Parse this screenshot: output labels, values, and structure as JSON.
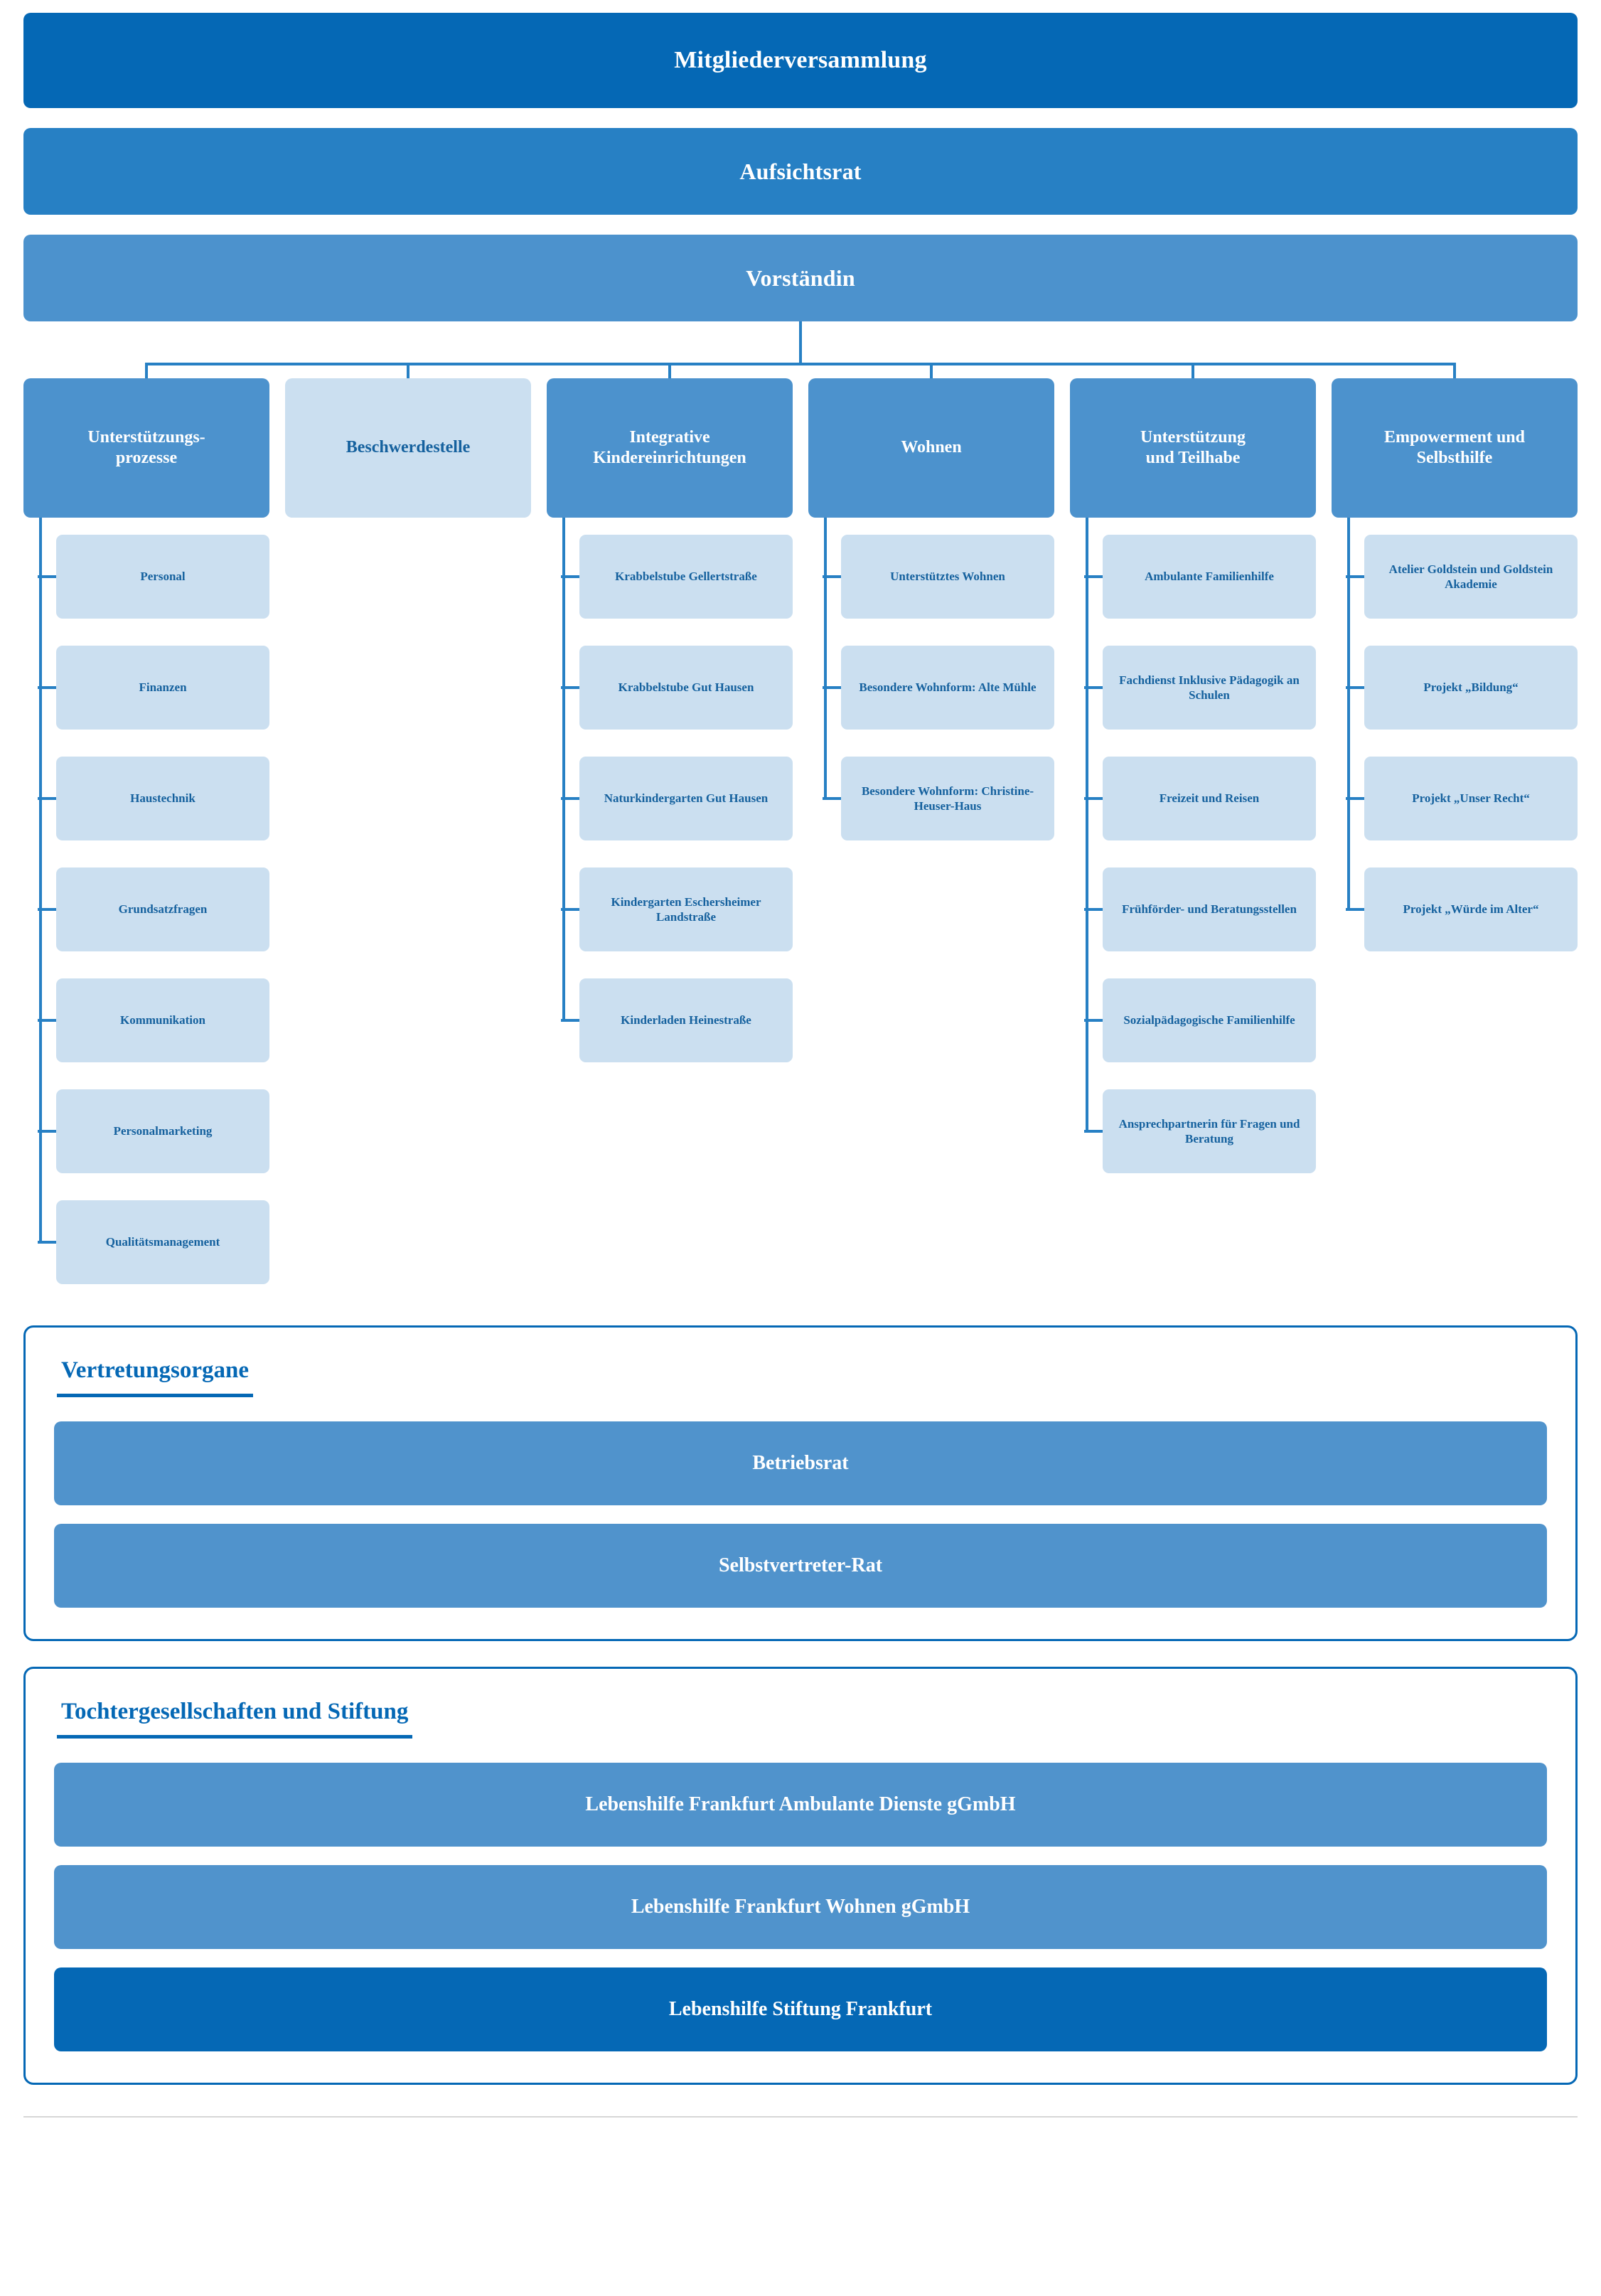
{
  "chart_data": {
    "type": "diagram",
    "title": "Organigramm Lebenshilfe Frankfurt",
    "orientation": "top-down org chart"
  },
  "hierarchy": {
    "level_0": {
      "label": "Mitgliederversammlung",
      "shade": "dark"
    },
    "level_1": {
      "label": "Aufsichtsrat",
      "shade": "mid"
    },
    "level_2": {
      "label": "Vorständin",
      "shade": "light"
    }
  },
  "departments": [
    {
      "label": "Unterstützungs-\nprozesse",
      "muted": false,
      "children": [
        "Personal",
        "Finanzen",
        "Haustechnik",
        "Grundsatzfragen",
        "Kommunikation",
        "Personalmarketing",
        "Qualitätsmanagement"
      ]
    },
    {
      "label": "Beschwerdestelle",
      "muted": true,
      "children": []
    },
    {
      "label": "Integrative\nKindereinrichtungen",
      "muted": false,
      "children": [
        "Krabbelstube Gellertstraße",
        "Krabbelstube Gut Hausen",
        "Naturkindergarten Gut Hausen",
        "Kindergarten Eschersheimer Landstraße",
        "Kinderladen Heinestraße"
      ]
    },
    {
      "label": "Wohnen",
      "muted": false,
      "children": [
        "Unterstütztes Wohnen",
        "Besondere Wohnform: Alte Mühle",
        "Besondere Wohnform: Christine-Heuser-Haus"
      ]
    },
    {
      "label": "Unterstützung\nund Teilhabe",
      "muted": false,
      "children": [
        "Ambulante Familienhilfe",
        "Fachdienst Inklusive Pädagogik an Schulen",
        "Freizeit und Reisen",
        "Frühförder- und Beratungsstellen",
        "Sozialpädagogische Familienhilfe",
        "Ansprechpartnerin für Fragen und Beratung"
      ]
    },
    {
      "label": "Empowerment und\nSelbsthilfe",
      "muted": false,
      "children": [
        "Atelier Goldstein und Goldstein Akademie",
        "Projekt „Bildung“",
        "Projekt „Unser Recht“",
        "Projekt „Würde im Alter“"
      ]
    }
  ],
  "panels": [
    {
      "title": "Vertretungsorgane",
      "items": [
        {
          "label": "Betriebsrat",
          "shade": "mid"
        },
        {
          "label": "Selbstvertreter-Rat",
          "shade": "mid"
        }
      ]
    },
    {
      "title": "Tochtergesellschaften und Stiftung",
      "items": [
        {
          "label": "Lebenshilfe Frankfurt Ambulante Dienste gGmbH",
          "shade": "mid"
        },
        {
          "label": "Lebenshilfe Frankfurt Wohnen gGmbH",
          "shade": "mid"
        },
        {
          "label": "Lebenshilfe Stiftung Frankfurt",
          "shade": "dark"
        }
      ]
    }
  ],
  "colors": {
    "dark_blue": "#0568b5",
    "mid_blue": "#2780c4",
    "light_blue": "#4c92cd",
    "pale_blue": "#cbdff0",
    "text_blue": "#15619e",
    "connector": "#2780c4"
  }
}
